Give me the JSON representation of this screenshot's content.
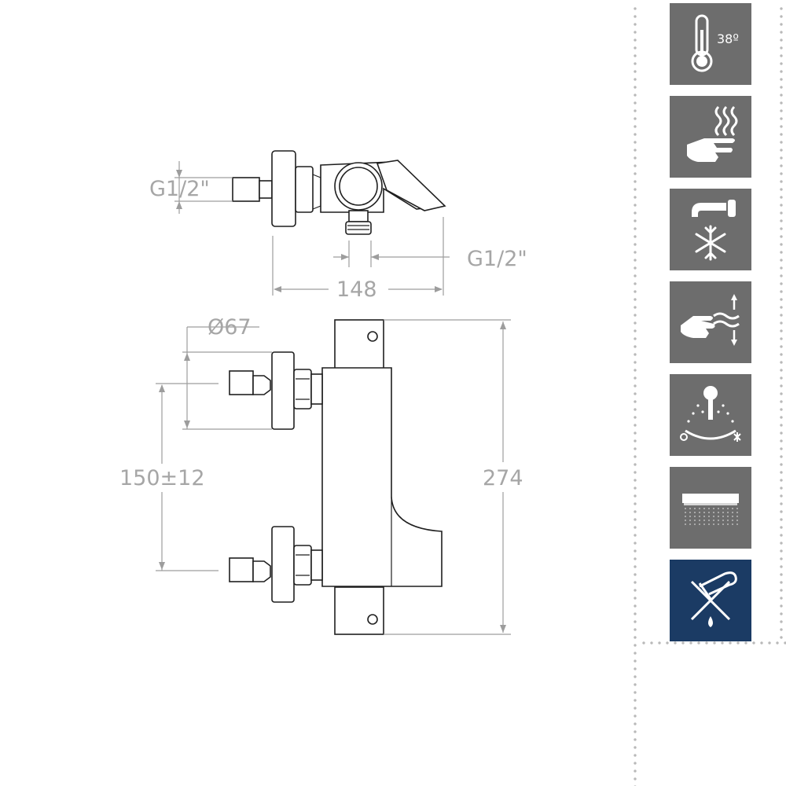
{
  "dimensions": {
    "top_inlet_thread": "G1/2\"",
    "outlet_thread": "G1/2\"",
    "overall_width": "148",
    "escutcheon_diameter": "Ø67",
    "inlet_centres": "150±12",
    "overall_height": "274"
  },
  "features": [
    {
      "icon": "thermometer-icon",
      "label": "38º",
      "active": false
    },
    {
      "icon": "hand-heat-icon",
      "active": false
    },
    {
      "icon": "cold-start-icon",
      "active": false
    },
    {
      "icon": "flow-control-icon",
      "active": false
    },
    {
      "icon": "temperature-selector-icon",
      "active": false
    },
    {
      "icon": "rain-shower-icon",
      "active": false
    },
    {
      "icon": "no-limescale-icon",
      "active": true
    }
  ],
  "colors": {
    "tile": "#6d6d6d",
    "tile_active": "#1b3b64",
    "dimension": "#a6a6a6"
  }
}
